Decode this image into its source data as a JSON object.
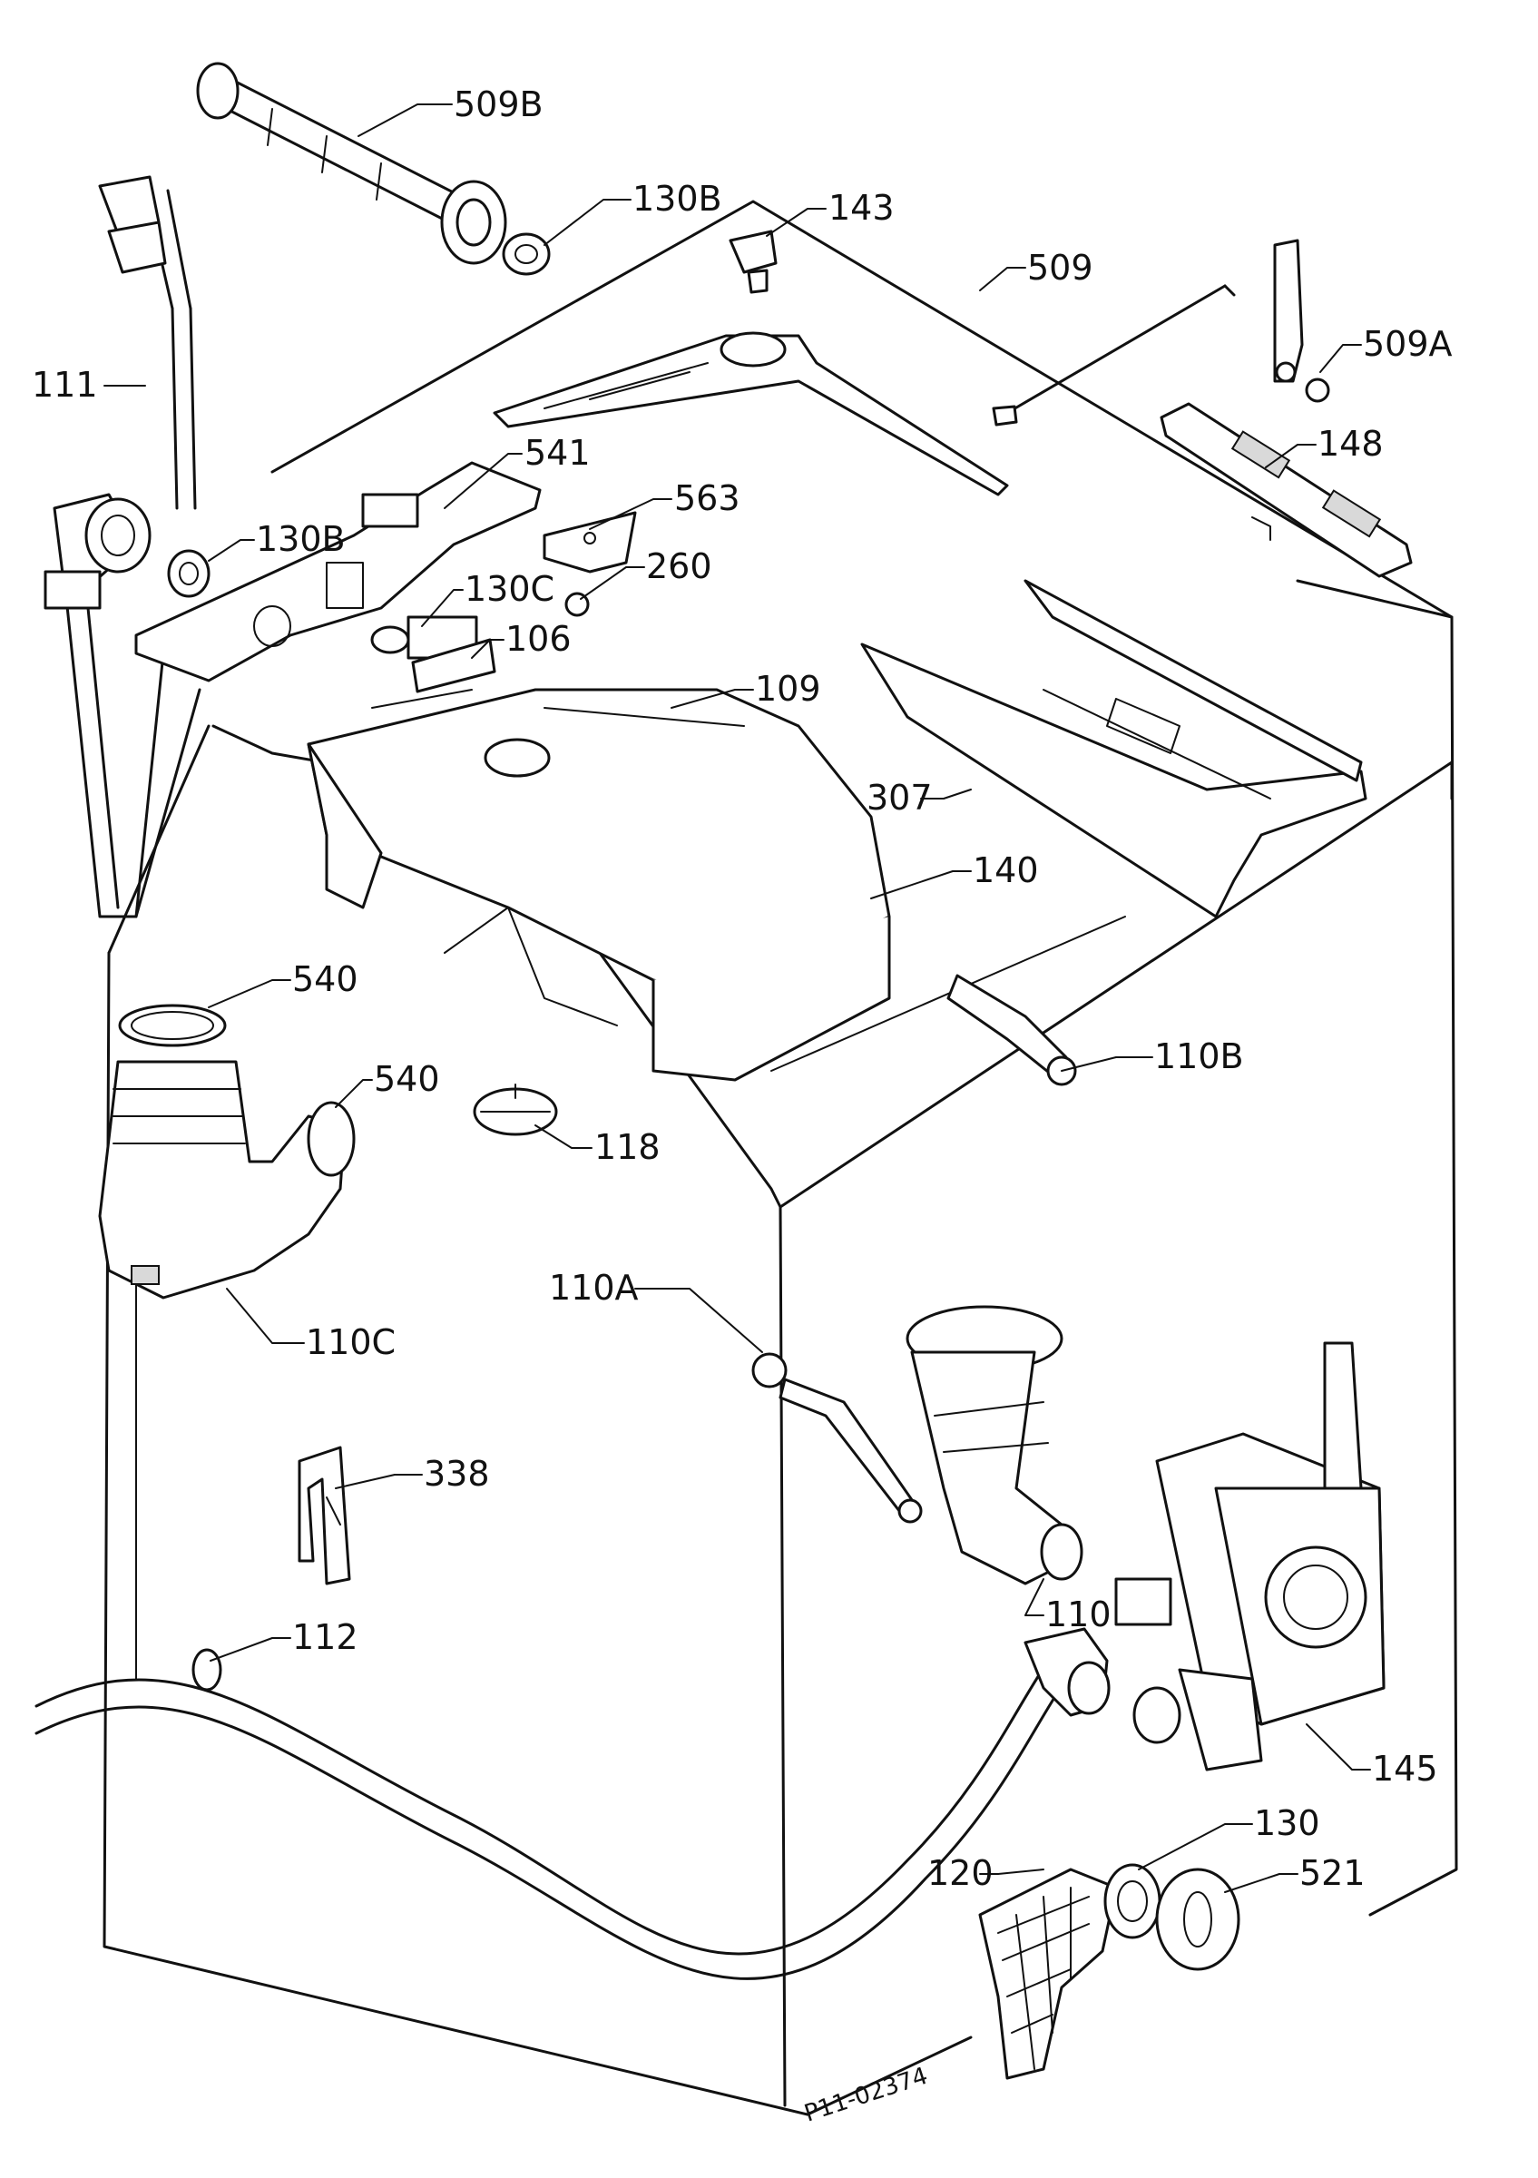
{
  "labels": {
    "p509b": "509B",
    "p130b_top": "130B",
    "p143": "143",
    "p509": "509",
    "p509a": "509A",
    "p111": "111",
    "p541": "541",
    "p563": "563",
    "p148": "148",
    "p130b_left": "130B",
    "p260": "260",
    "p130c": "130C",
    "p106": "106",
    "p109": "109",
    "p307": "307",
    "p140": "140",
    "p540_a": "540",
    "p540_b": "540",
    "p110b": "110B",
    "p118": "118",
    "p110c": "110C",
    "p110a": "110A",
    "p338": "338",
    "p110": "110",
    "p112": "112",
    "p145": "145",
    "p130": "130",
    "p120": "120",
    "p521": "521"
  },
  "drawing_code": "P11-02374"
}
